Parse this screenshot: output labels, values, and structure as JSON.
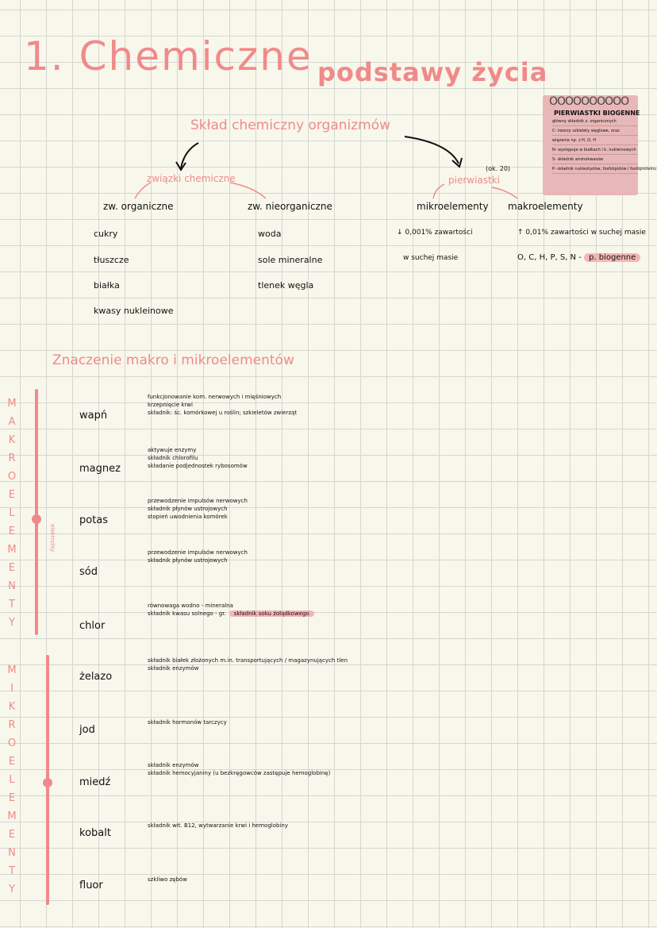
{
  "title": {
    "main": "1. Chemiczne",
    "rest": "podstawy życia"
  },
  "note": {
    "rings": "OOOOOOOOOO",
    "title": "PIERWIASTKI BIOGENNE",
    "items": [
      "główny składnik z. organicznych",
      "C- tworzy szkielety węglowe, oraz",
      "wiązania np. z H, O, H",
      "N- występuje w białkach i k. nukleinowych",
      "S- składnik aminokwasów",
      "P- składnik nukleotydów, fosfolipidów i fosfoproteinu"
    ]
  },
  "diagram": {
    "root": "Skład chemiczny organizmów",
    "left": {
      "label": "związki chemiczne",
      "organic": {
        "label": "zw. organiczne",
        "items": [
          "cukry",
          "tłuszcze",
          "białka",
          "kwasy nukleinowe"
        ]
      },
      "inorganic": {
        "label": "zw. nieorganiczne",
        "items": [
          "woda",
          "sole mineralne",
          "tlenek węgla"
        ]
      }
    },
    "right": {
      "label": "pierwiastki",
      "count": "(ok. 20)",
      "micro": {
        "label": "mikroelementy",
        "items": [
          "↓ 0,001% zawartości",
          "w suchej masie"
        ]
      },
      "macro": {
        "label": "makroelementy",
        "items": [
          "↑ 0,01% zawartości w suchej masie",
          "O, C, H, P, S, N -"
        ],
        "highlight": "p. biogenne"
      }
    }
  },
  "section": {
    "title": "Znaczenie makro i mikroelementów"
  },
  "macro_label": "MAKROELEMENTY",
  "micro_label": "MIKROELEMENTY",
  "electrolytes": "elektrolity",
  "macro": [
    {
      "name": "wapń",
      "notes": [
        "funkcjonowanie kom. nerwowych i mięśniowych",
        "krzepnięcie krwi",
        "składnik: śc. komórkowej u roślin; szkieletów zwierząt"
      ]
    },
    {
      "name": "magnez",
      "notes": [
        "aktywuje enzymy",
        "składnik chlorofilu",
        "składanie podjednostek rybosomów"
      ]
    },
    {
      "name": "potas",
      "notes": [
        "przewodzenie impulsów nerwowych",
        "składnik płynów ustrojowych",
        "stopień uwodnienia komórek"
      ]
    },
    {
      "name": "sód",
      "notes": [
        "przewodzenie impulsów nerwowych",
        "składnik płynów ustrojowych"
      ]
    },
    {
      "name": "chlor",
      "notes": [
        "równowaga wodno - mineralna",
        "składnik kwasu solnego - gr."
      ],
      "highlight": "składnik soku żołądkowego"
    }
  ],
  "micro": [
    {
      "name": "żelazo",
      "notes": [
        "składnik białek złożonych m.in. transportujących / magazynujących tlen",
        "składnik enzymów"
      ]
    },
    {
      "name": "jod",
      "notes": [
        "składnik hormonów tarczycy"
      ]
    },
    {
      "name": "miedź",
      "notes": [
        "składnik enzymów",
        "składnik hemocyjaniny (u bezkręgowców zastępuje hemoglobinę)"
      ]
    },
    {
      "name": "kobalt",
      "notes": [
        "składnik wit. B12, wytwarzanie krwi i hemoglobiny"
      ]
    },
    {
      "name": "fluor",
      "notes": [
        "szkliwo zębów"
      ]
    }
  ],
  "colors": {
    "accent": "#f08a8a",
    "note": "#e8b7b8",
    "paper": "#f8f7ec",
    "grid": "#d6d6d2"
  }
}
